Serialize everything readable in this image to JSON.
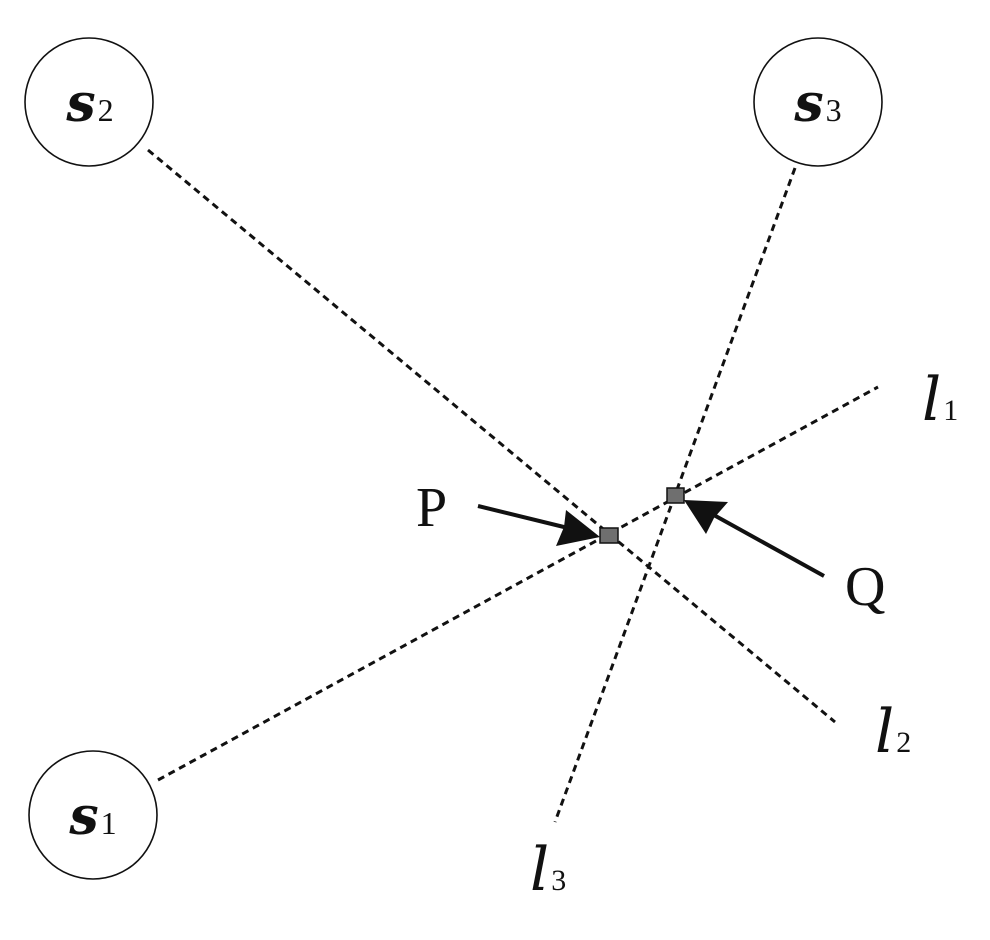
{
  "nodes": {
    "s1": {
      "main": "s",
      "sub": "1"
    },
    "s2": {
      "main": "s",
      "sub": "2"
    },
    "s3": {
      "main": "s",
      "sub": "3"
    }
  },
  "lines": {
    "l1": {
      "main": "l",
      "sub": "1"
    },
    "l2": {
      "main": "l",
      "sub": "2"
    },
    "l3": {
      "main": "l",
      "sub": "3"
    }
  },
  "points": {
    "p": {
      "label": "P"
    },
    "q": {
      "label": "Q"
    }
  },
  "colors": {
    "stroke": "#111111",
    "marker_fill": "#6f6f6f",
    "background": "#ffffff"
  }
}
